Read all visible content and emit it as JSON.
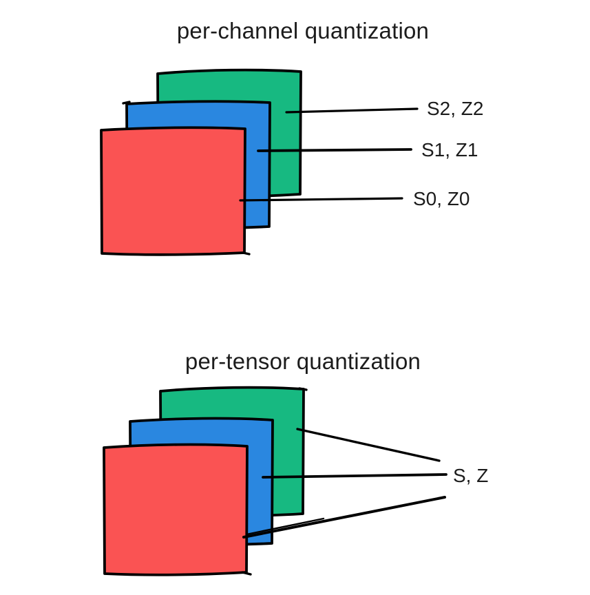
{
  "colors": {
    "green": "#17b981",
    "blue": "#2a87e0",
    "red": "#fa5353",
    "ink": "#000000"
  },
  "per_channel": {
    "title": "per-channel quantization",
    "labels": {
      "s2": "S2, Z2",
      "s1": "S1, Z1",
      "s0": "S0, Z0"
    }
  },
  "per_tensor": {
    "title": "per-tensor quantization",
    "label": "S, Z"
  }
}
